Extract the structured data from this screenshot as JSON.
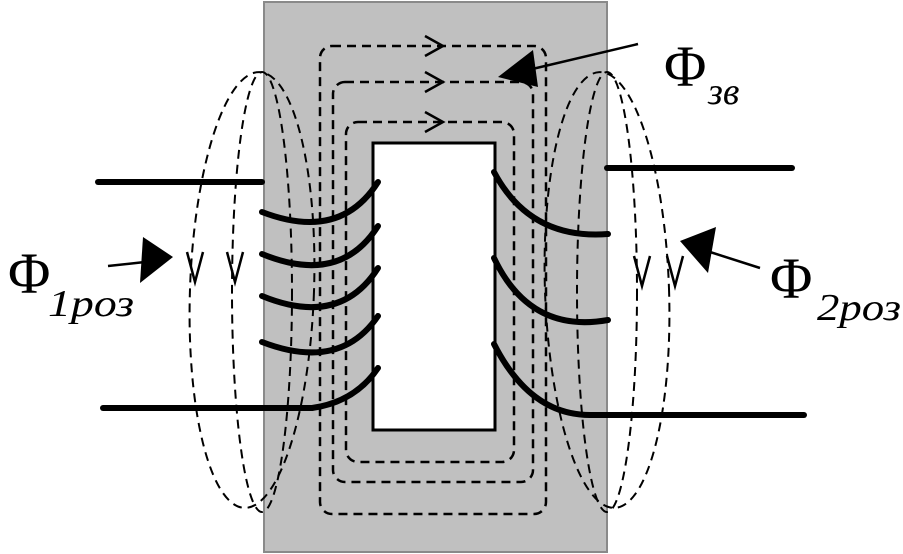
{
  "labels": {
    "phi_zv": {
      "symbol": "Φ",
      "subscript": "зв"
    },
    "phi_1roz": {
      "symbol": "Φ",
      "subscript": "1роз"
    },
    "phi_2roz": {
      "symbol": "Φ",
      "subscript": "2роз"
    }
  },
  "colors": {
    "core": "#c0c0c0",
    "core_border": "#8a8a8a",
    "window": "#ffffff",
    "ink": "#000000"
  }
}
